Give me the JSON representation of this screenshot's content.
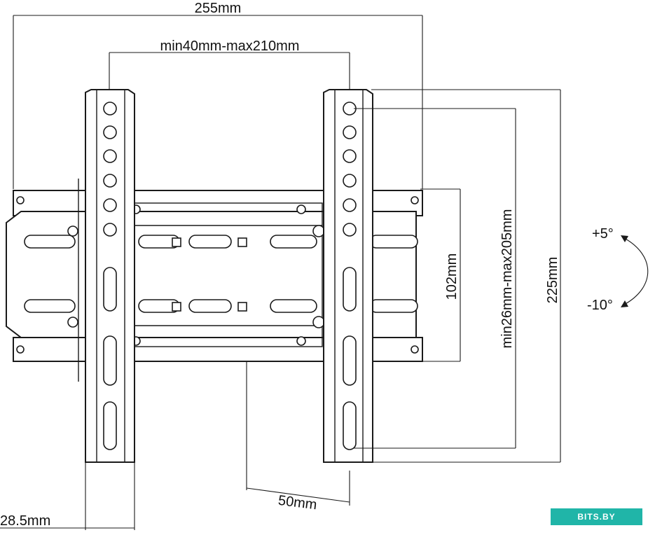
{
  "dimensions": {
    "overall_width": "255mm",
    "vesa_horizontal": "min40mm-max210mm",
    "vesa_vertical": "min26mm-max205mm",
    "wall_plate_height": "102mm",
    "overall_height": "225mm",
    "wall_distance": "50mm",
    "bracket_depth": "28.5mm"
  },
  "tilt": {
    "up": "+5°",
    "down": "-10°"
  },
  "watermark": "BITS.BY",
  "colors": {
    "line": "#1a1a1a",
    "badge": "#20b5a8"
  }
}
